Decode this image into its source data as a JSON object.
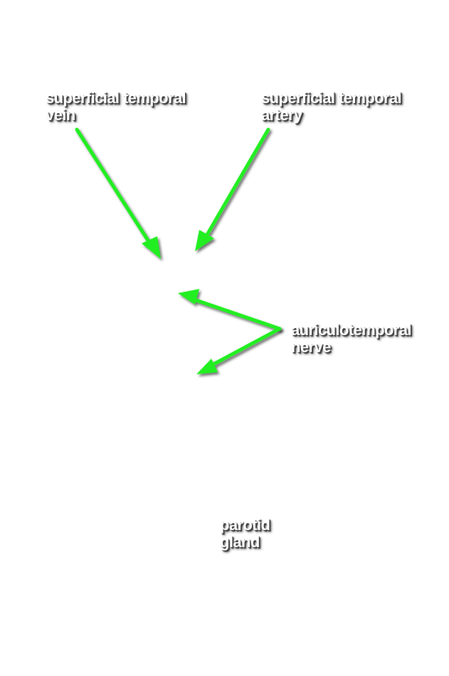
{
  "labels": {
    "superficial_temporal_vein": {
      "line1": "superficial temporal",
      "line2": "vein"
    },
    "superficial_temporal_artery": {
      "line1": "superficial temporal",
      "line2": "artery"
    },
    "auriculotemporal_nerve": {
      "line1": "auriculotemporal",
      "line2": "nerve"
    },
    "parotid_gland": {
      "line1": "parotid",
      "line2": "gland"
    }
  },
  "colors": {
    "background": "#ffffff",
    "arrow": "#22ee22",
    "label_text": "#ffffff",
    "label_shadow": "#333333"
  }
}
